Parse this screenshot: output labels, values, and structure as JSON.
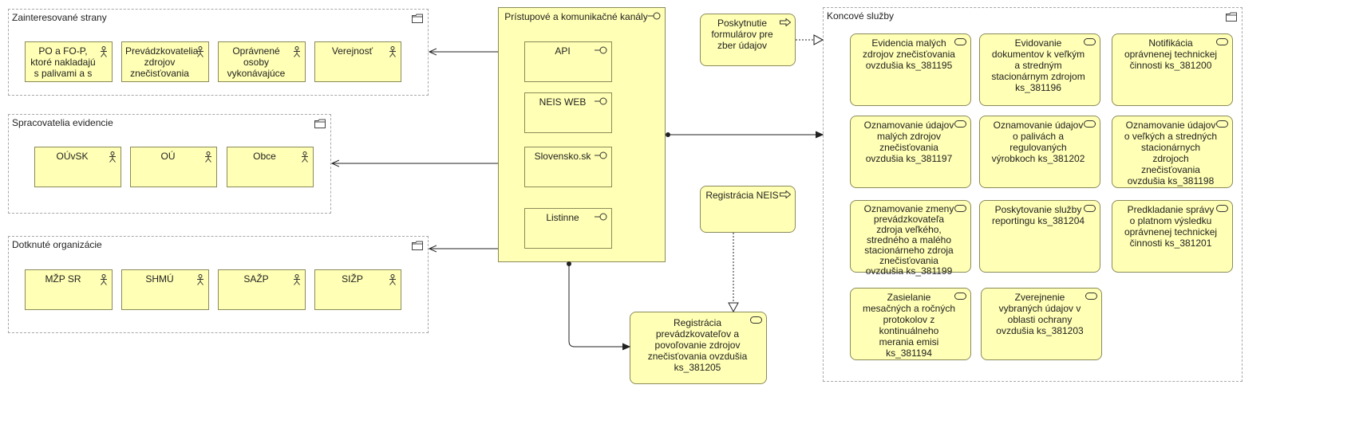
{
  "groups": {
    "stakeholders": {
      "title": "Zainteresované strany",
      "actors": [
        "PO a FO-P, ktoré nakladajú s palivami a s",
        "Prevádzkovatelia zdrojov znečisťovania",
        "Oprávnené osoby vykonávajúce",
        "Verejnosť"
      ]
    },
    "processors": {
      "title": "Spracovatelia evidencie",
      "actors": [
        "OÚvSK",
        "OÚ",
        "Obce"
      ]
    },
    "affected": {
      "title": "Dotknuté organizácie",
      "actors": [
        "MŽP SR",
        "SHMÚ",
        "SAŽP",
        "SIŽP"
      ]
    },
    "channels": {
      "title": "Prístupové a komunikačné kanály",
      "interfaces": [
        "API",
        "NEIS WEB",
        "Slovensko.sk",
        "Listinne"
      ]
    },
    "end_services": {
      "title": "Koncové služby",
      "services": [
        "Evidencia malých zdrojov znečisťovania ovzdušia ks_381195",
        "Evidovanie dokumentov k veľkým a stredným stacionárnym zdrojom ks_381196",
        "Notifikácia oprávnenej technickej činnosti ks_381200",
        "Oznamovanie údajov malých zdrojov znečisťovania ovzdušia ks_381197",
        "Oznamovanie údajov o palivách a regulovaných výrobkoch ks_381202",
        "Oznamovanie údajov o veľkých a stredných stacionárnych zdrojoch znečisťovania ovzdušia ks_381198",
        "Oznamovanie zmeny prevádzkovateľa zdroja veľkého, stredného a malého stacionárneho zdroja znečisťovania ovzdušia ks_381199",
        "Poskytovanie služby reportingu ks_381204",
        "Predkladanie správy o platnom výsledku oprávnenej technickej činnosti ks_381201",
        "Zasielanie mesačných a ročných protokolov z kontinuálneho merania emisi ks_381194",
        "Zverejnenie vybraných údajov v oblasti ochrany ovzdušia ks_381203"
      ]
    }
  },
  "processes": {
    "forms": "Poskytnutie formulárov pre zber údajov",
    "registration_neis": "Registrácia NEIS"
  },
  "registration_service": "Registrácia prevádzkovateľov a povoľovanie zdrojov znečisťovania ovzdušia ks_381205",
  "colors": {
    "element_fill": "#ffffb5",
    "element_border": "#8a8a5a",
    "group_border": "#a8a8a8"
  },
  "icons": {
    "actor": "actor-icon",
    "interface": "interface-icon",
    "service": "service-icon",
    "process": "process-icon",
    "group": "folder-icon"
  }
}
